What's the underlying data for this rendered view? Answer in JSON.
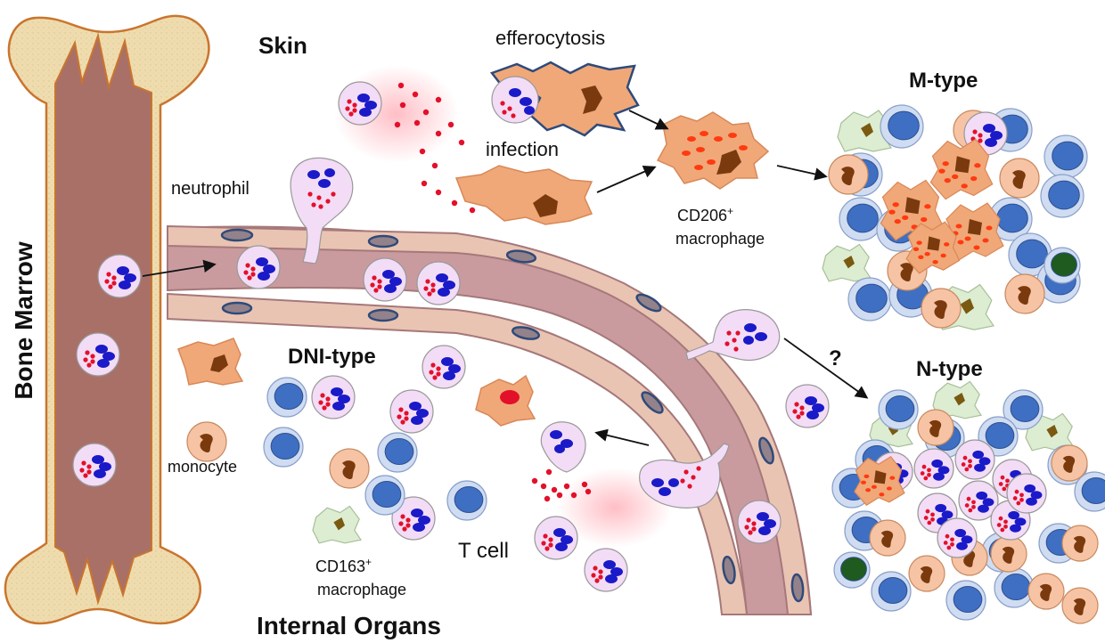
{
  "labels": {
    "bone_marrow": "Bone Marrow",
    "skin": "Skin",
    "efferocytosis": "efferocytosis",
    "infection": "infection",
    "neutrophil": "neutrophil",
    "cd206_main": "CD206",
    "cd206_sup": "+",
    "cd206_sub": "macrophage",
    "m_type": "M-type",
    "n_type": "N-type",
    "question": "?",
    "dni_type": "DNI-type",
    "monocyte": "monocyte",
    "cd163_main": "CD163",
    "cd163_sup": "+",
    "cd163_sub": "macrophage",
    "t_cell": "T cell",
    "internal_organs": "Internal Organs"
  },
  "colors": {
    "neutrophil_fill": "#f3dcf6",
    "neutrophil_nucleus": "#1a1ac8",
    "granule": "#e3102a",
    "macrophage_fill": "#f0a878",
    "macrophage_nucleus": "#7a3a0e",
    "monocyte_fill": "#f6c4a4",
    "tcell_fill": "#cfdcf2",
    "tcell_nucleus": "#3f6fc2",
    "cd163_fill": "#dcedd2",
    "vessel_fill": "#c99b9f",
    "endothelium": "#eac4b2",
    "bone_fill": "#efdcae",
    "bone_marrow": "#a97068"
  }
}
